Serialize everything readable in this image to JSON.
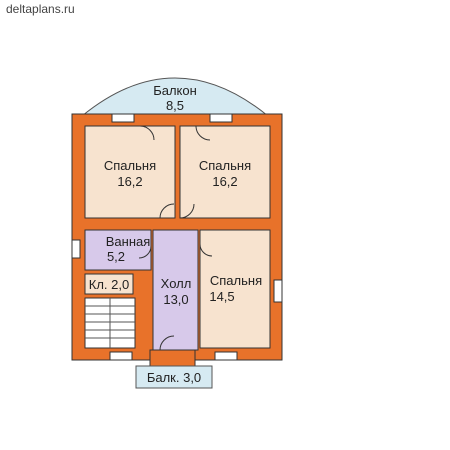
{
  "site": "deltaplans.ru",
  "rooms": {
    "balcony_top": {
      "name": "Балкон",
      "area": "8,5"
    },
    "bedroom_1": {
      "name": "Спальня",
      "area": "16,2"
    },
    "bedroom_2": {
      "name": "Спальня",
      "area": "16,2"
    },
    "bathroom": {
      "name": "Ванная",
      "area": "5,2"
    },
    "closet": {
      "name": "Кл. 2,0"
    },
    "hall": {
      "name": "Холл",
      "area": "13,0"
    },
    "bedroom_3": {
      "name": "Спальня",
      "area": "14,5"
    },
    "balcony_bottom": {
      "name": "Балк. 3,0"
    }
  },
  "colors": {
    "wall": "#e8722a",
    "room": "#f7e3cf",
    "bath": "#d7c9ea",
    "hall": "#d7c9ea",
    "balcony": "#d6eaf2",
    "outline": "#333333"
  }
}
